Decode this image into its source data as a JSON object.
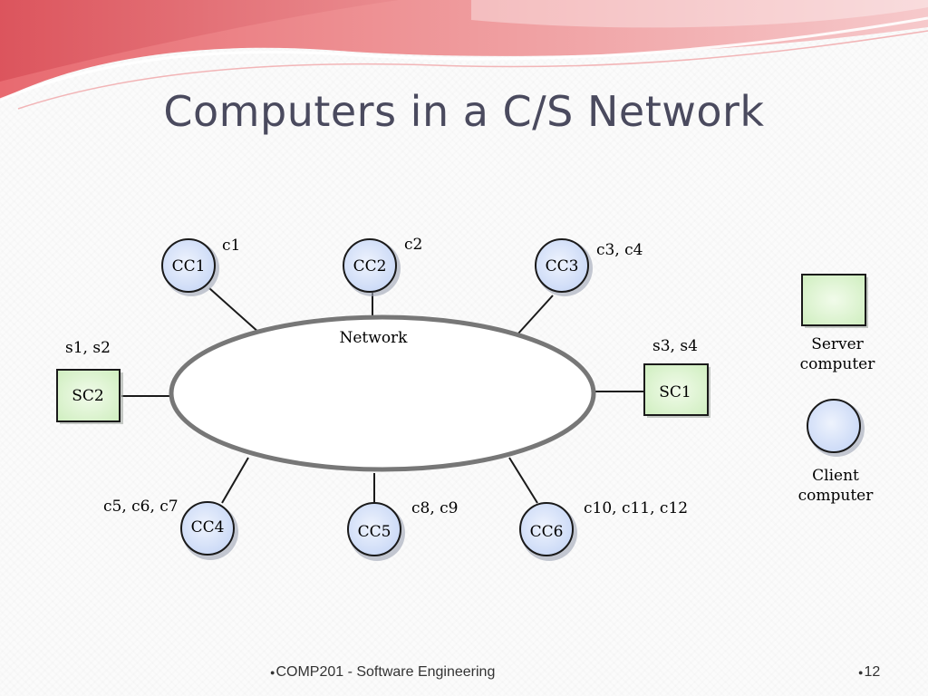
{
  "slide": {
    "title": "Computers in a C/S Network",
    "footer_course": "COMP201 - Software Engineering",
    "page_number": "12"
  },
  "diagram": {
    "network_label": "Network",
    "clients": [
      {
        "id": "CC1",
        "label": "CC1",
        "components": "c1"
      },
      {
        "id": "CC2",
        "label": "CC2",
        "components": "c2"
      },
      {
        "id": "CC3",
        "label": "CC3",
        "components": "c3, c4"
      },
      {
        "id": "CC4",
        "label": "CC4",
        "components": "c5, c6, c7"
      },
      {
        "id": "CC5",
        "label": "CC5",
        "components": "c8, c9"
      },
      {
        "id": "CC6",
        "label": "CC6",
        "components": "c10, c11, c12"
      }
    ],
    "servers": [
      {
        "id": "SC1",
        "label": "SC1",
        "components": "s3, s4"
      },
      {
        "id": "SC2",
        "label": "SC2",
        "components": "s1, s2"
      }
    ],
    "legend": {
      "server_line1": "Server",
      "server_line2": "computer",
      "client_line1": "Client",
      "client_line2": "computer"
    }
  },
  "colors": {
    "node_fill_client": "#dde7fb",
    "node_fill_server": "#e4f6d8",
    "stroke": "#1a1a1a",
    "title": "#4a4a5e",
    "swoosh_red": "#e8767a",
    "swoosh_pink": "#f3c2c4"
  }
}
